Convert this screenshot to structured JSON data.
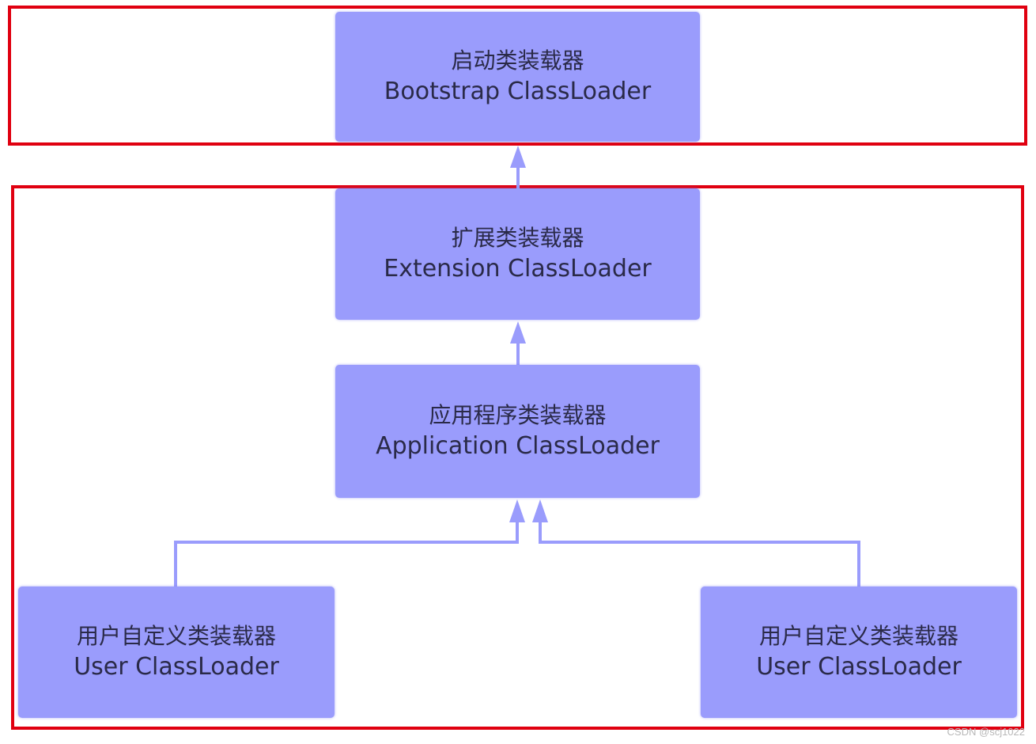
{
  "nodes": {
    "bootstrap": {
      "cn": "启动类装载器",
      "en": "Bootstrap ClassLoader"
    },
    "extension": {
      "cn": "扩展类装载器",
      "en": "Extension ClassLoader"
    },
    "application": {
      "cn": "应用程序类装载器",
      "en": "Application ClassLoader"
    },
    "user_left": {
      "cn": "用户自定义类装载器",
      "en": "User ClassLoader"
    },
    "user_right": {
      "cn": "用户自定义类装载器",
      "en": "User ClassLoader"
    }
  },
  "edges": [
    {
      "from": "extension",
      "to": "bootstrap"
    },
    {
      "from": "application",
      "to": "extension"
    },
    {
      "from": "user_left",
      "to": "application"
    },
    {
      "from": "user_right",
      "to": "application"
    }
  ],
  "colors": {
    "node_fill": "#9a9cfc",
    "connector": "#9a9cfc",
    "group_frame": "#e00010",
    "node_text": "#2a2a48"
  },
  "watermark": "CSDN @scj1022"
}
